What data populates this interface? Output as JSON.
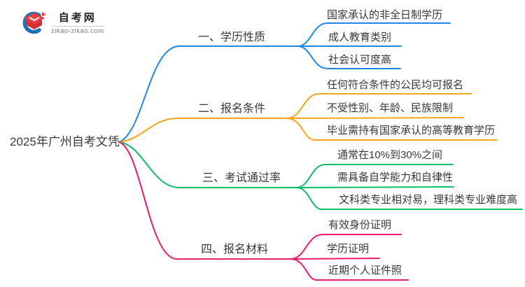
{
  "brand": {
    "name": "自考网",
    "domain": "zikao-zikao.com"
  },
  "root": {
    "label": "2025年广州自考文凭"
  },
  "colors": {
    "branch1_blue": "#1E88E5",
    "branch2_orange": "#F9A51B",
    "branch3_green": "#10BE64",
    "branch4_pink": "#EE1A6E",
    "logo_blue": "#1B72B8",
    "logo_red": "#E73C40",
    "logo_red_dark": "#D32F33",
    "text": "#383838"
  },
  "branches": [
    {
      "label": "一、学历性质",
      "color": "#1E88E5",
      "children": [
        "国家承认的非全日制学历",
        "成人教育类别",
        "社会认可度高"
      ]
    },
    {
      "label": "二、报名条件",
      "color": "#F9A51B",
      "children": [
        "任何符合条件的公民均可报名",
        "不受性别、年龄、民族限制",
        "毕业需持有国家承认的高等教育学历"
      ]
    },
    {
      "label": "三、考试通过率",
      "color": "#10BE64",
      "children": [
        "通常在10%到30%之间",
        "需具备自学能力和自律性",
        "文科类专业相对易，理科类专业难度高"
      ]
    },
    {
      "label": "四、报名材料",
      "color": "#EE1A6E",
      "children": [
        "有效身份证明",
        "学历证明",
        "近期个人证件照"
      ]
    }
  ]
}
